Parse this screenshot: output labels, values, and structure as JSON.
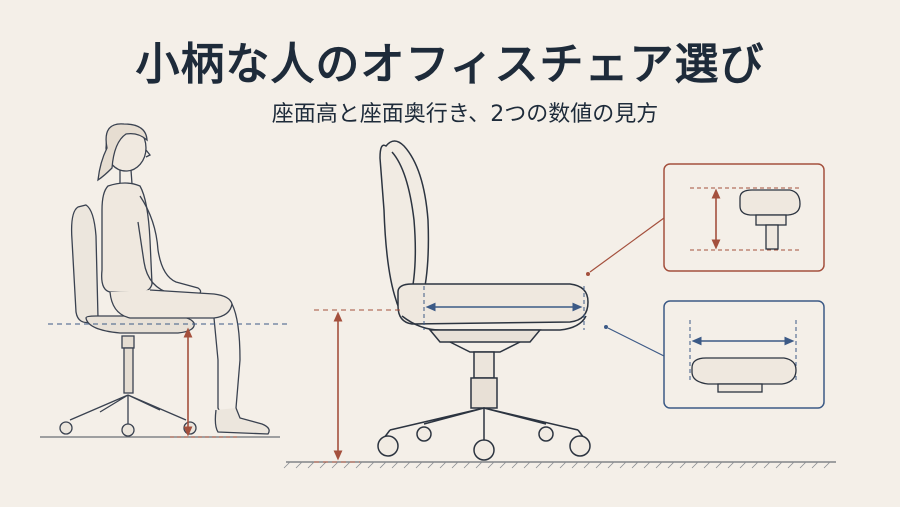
{
  "title": "小柄な人のオフィスチェア選び",
  "subtitle": "座面高と座面奥行き、2つの数値の見方",
  "colors": {
    "background": "#f4efe8",
    "ink": "#2c3440",
    "height_accent": "#a4503d",
    "depth_accent": "#3c5a86"
  },
  "icons": [
    "person-seated-illustration",
    "office-chair-illustration",
    "seat-height-detail",
    "seat-depth-detail"
  ]
}
